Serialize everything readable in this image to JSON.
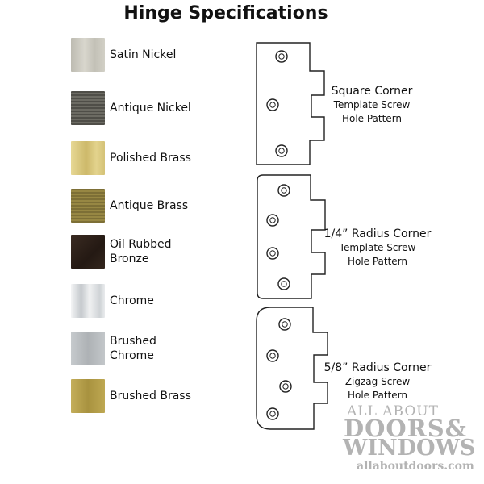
{
  "title": "Hinge Specifications",
  "finishes": [
    {
      "label": "Satin Nickel",
      "color": "#c9c7bd"
    },
    {
      "label": "Antique Nickel",
      "color": "#5d5c55"
    },
    {
      "label": "Polished Brass",
      "color": "#dccb84"
    },
    {
      "label": "Antique Brass",
      "color": "#8a7a3e"
    },
    {
      "label": "Oil Rubbed Bronze",
      "color": "#2f221b"
    },
    {
      "label": "Chrome",
      "color": "#dde0e3"
    },
    {
      "label": "Brushed Chrome",
      "color": "#b9bdc0"
    },
    {
      "label": "Brushed Brass",
      "color": "#b59f4a"
    }
  ],
  "plates": [
    {
      "line1": "Square Corner",
      "line2": "Template Screw",
      "line3": "Hole Pattern"
    },
    {
      "line1": "1/4” Radius Corner",
      "line2": "Template Screw",
      "line3": "Hole Pattern"
    },
    {
      "line1": "5/8” Radius Corner",
      "line2": "Zigzag Screw",
      "line3": "Hole Pattern"
    }
  ],
  "watermark": {
    "line1": "ALL ABOUT",
    "line2": "DOORS&",
    "line3": "WINDOWS",
    "url": "allaboutdoors.com"
  }
}
